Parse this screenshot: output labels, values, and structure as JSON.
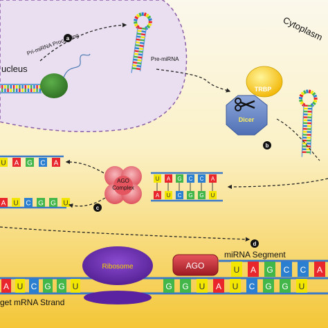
{
  "labels": {
    "nucleus": "ucleus",
    "cytoplasm": "Cytoplasm",
    "pri_processing": "Pri-miRNA Processing",
    "pre_mirna": "Pre-miRNA",
    "trbp": "TRBP",
    "dicer": "Dicer",
    "ago_complex_line1": "AGO",
    "ago_complex_line2": "Complex",
    "ribosome": "Ribosome",
    "ago": "AGO",
    "mirna_segment": "miRNA Segment",
    "target_strand": "get mRNA Strand"
  },
  "steps": {
    "a": "a",
    "b": "b",
    "c": "c",
    "d": "d"
  },
  "sequences": {
    "upper_left": [
      "U",
      "A",
      "G",
      "C",
      "A"
    ],
    "lower_left": [
      "A",
      "U",
      "C",
      "G",
      "G",
      "U"
    ],
    "complex_top": [
      "U",
      "A",
      "G",
      "C",
      "C",
      "A"
    ],
    "complex_bottom": [
      "A",
      "U",
      "C",
      "G",
      "G",
      "U"
    ],
    "mirna_segment": [
      "U",
      "A",
      "G",
      "C",
      "C",
      "A"
    ],
    "target_left": [
      "A",
      "U",
      "C",
      "G",
      "G",
      "U"
    ],
    "target_right": [
      "G",
      "G",
      "U",
      "A",
      "U",
      "C",
      "G",
      "G",
      "U"
    ]
  },
  "colors": {
    "nucleus_fill": "#e9dcef",
    "cytoplasm_top": "#fbf7e6",
    "cytoplasm_bottom": "#f6c83a",
    "A": "#e8262c",
    "U": "#f2e500",
    "G": "#43b649",
    "C": "#2b7fd0",
    "backbone": "#3a78c8",
    "ribosome": "#6b2bb0",
    "ago_complex": "#e25a64",
    "dicer": "#6f8fcc",
    "trbp": "#f7c800",
    "ago_box": "#c8222b"
  }
}
